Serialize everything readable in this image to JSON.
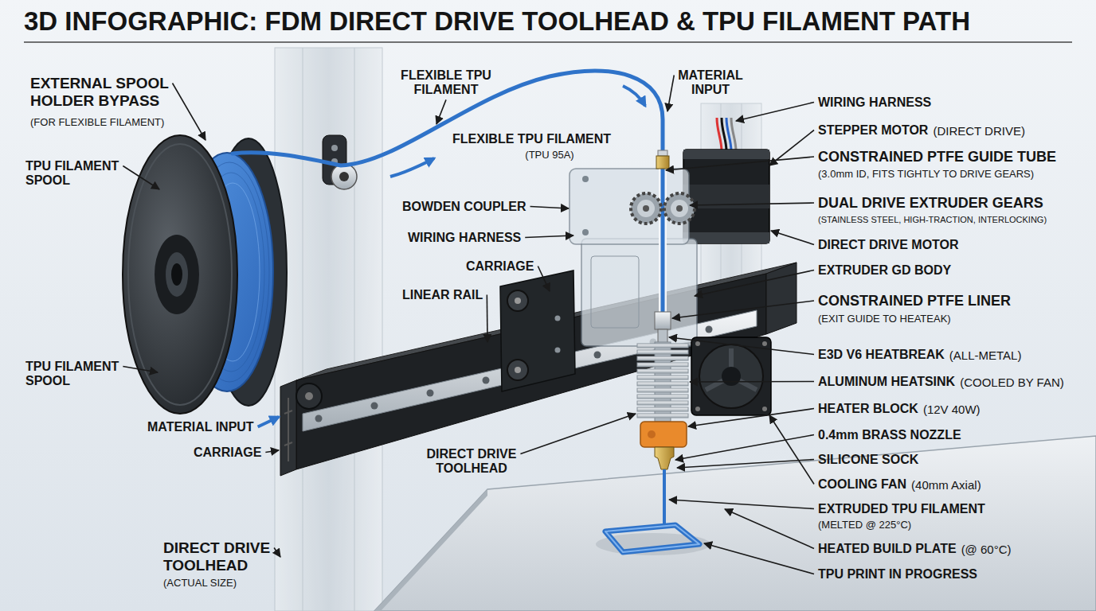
{
  "diagram": {
    "title": "3D INFOGRAPHIC: FDM DIRECT DRIVE TOOLHEAD & TPU FILAMENT PATH",
    "labels": [
      "EXTERNAL SPOOL HOLDER BYPASS",
      "(FOR FLEXIBLE FILAMENT)",
      "TPU FILAMENT SPOOL",
      "TPU FILAMENT SPOOL",
      "FLEXIBLE TPU FILAMENT",
      "MATERIAL INPUT",
      "FLEXIBLE TPU FILAMENT",
      "(TPU 95A)",
      "BOWDEN COUPLER",
      "WIRING HARNESS",
      "CARRIAGE",
      "LINEAR RAIL",
      "MATERIAL INPUT",
      "CARRIAGE",
      "DIRECT DRIVE TOOLHEAD",
      "DIRECT DRIVE TOOLHEAD",
      "(ACTUAL SIZE)",
      "WIRING HARNESS",
      "STEPPER MOTOR",
      "(DIRECT DRIVE)",
      "CONSTRAINED PTFE GUIDE TUBE",
      "(3.0mm ID, FITS TIGHTLY TO DRIVE GEARS)",
      "DUAL DRIVE EXTRUDER GEARS",
      "(STAINLESS STEEL, HIGH-TRACTION, INTERLOCKING)",
      "DIRECT DRIVE MOTOR",
      "EXTRUDER GD BODY",
      "CONSTRAINED PTFE LINER",
      "(EXIT GUIDE TO HEATEAK)",
      "E3D V6 HEATBREAK",
      "(ALL-METAL)",
      "ALUMINUM HEATSINK",
      "(COOLED BY FAN)",
      "HEATER BLOCK",
      "(12V 40W)",
      "0.4mm BRASS NOZZLE",
      "SILICONE SOCK",
      "COOLING FAN",
      "(40mm Axial)",
      "EXTRUDED TPU FILAMENT",
      "(MELTED @ 225°C)",
      "HEATED BUILD PLATE",
      "(@ 60°C)",
      "TPU PRINT IN PROGRESS"
    ]
  }
}
